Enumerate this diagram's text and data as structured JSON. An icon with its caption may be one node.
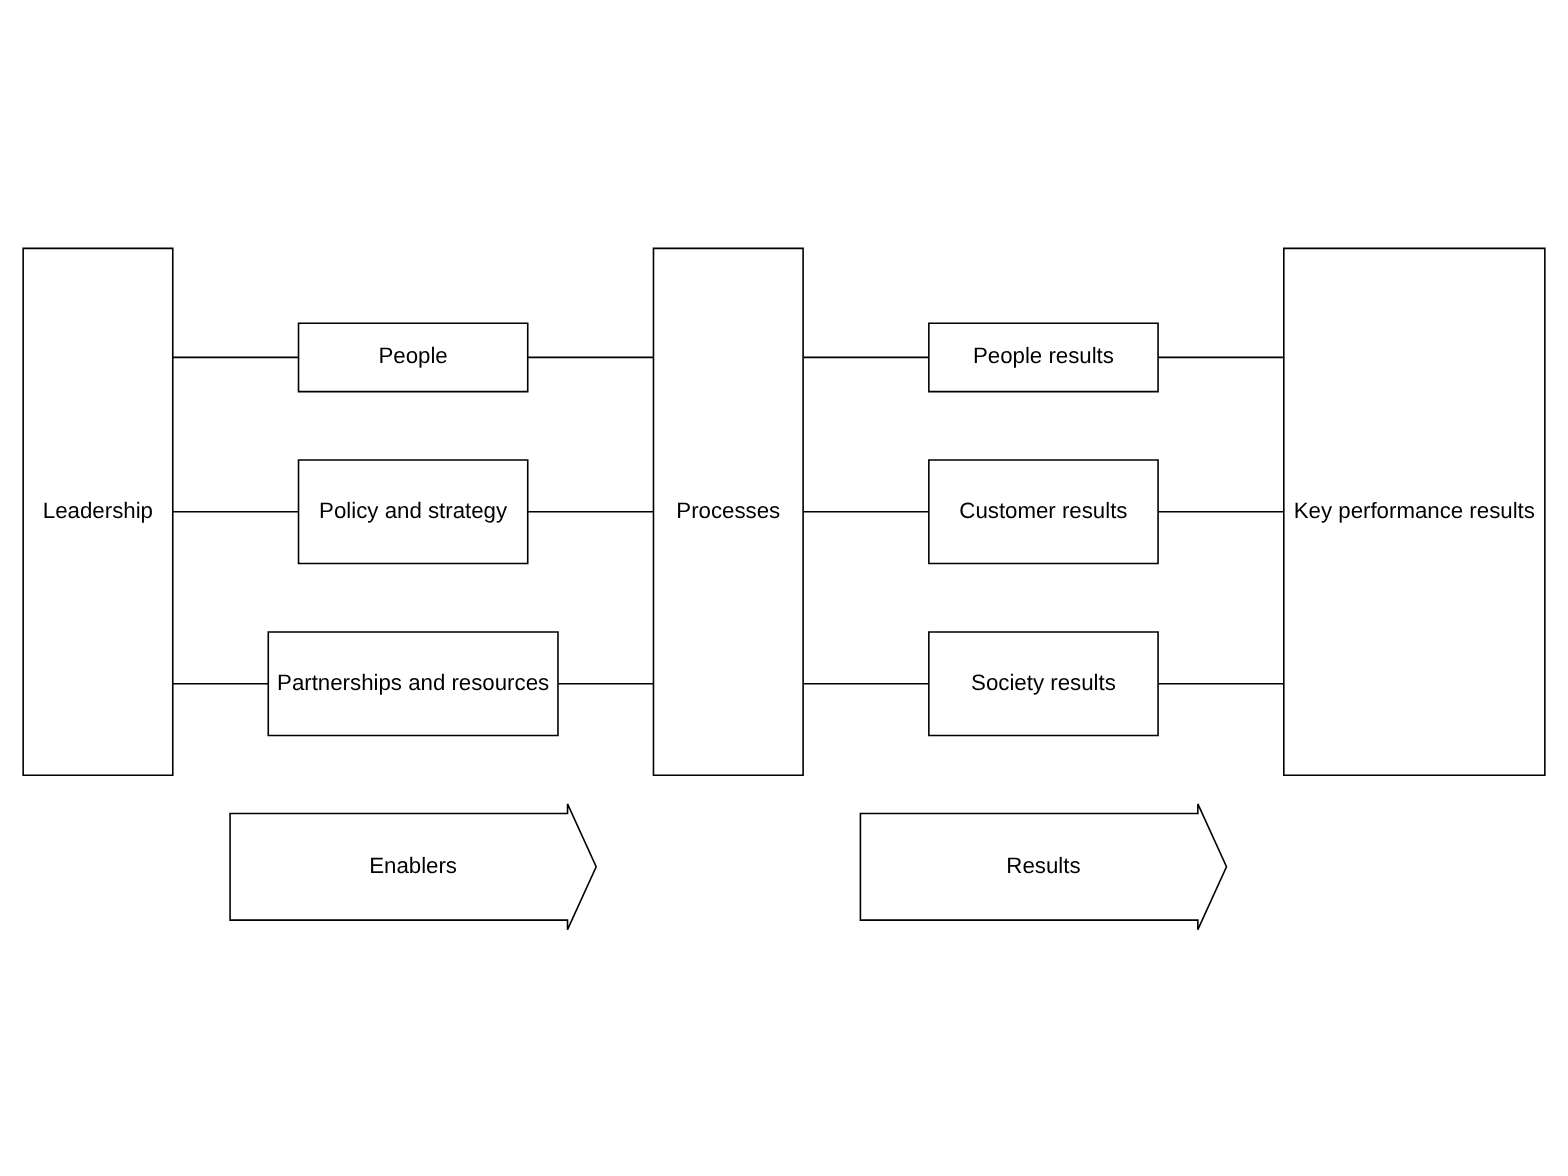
{
  "diagram": {
    "nodes": [
      {
        "text": [
          "Enablers"
        ]
      },
      {
        "text": [
          "Results"
        ]
      },
      {
        "text": [
          "Leadership"
        ]
      },
      {
        "text": [
          "People"
        ]
      },
      {
        "text": [
          "Policy and strategy"
        ]
      },
      {
        "text": [
          "Partnerships and resources"
        ]
      },
      {
        "text": [
          "Processes"
        ]
      },
      {
        "text": [
          "People results"
        ]
      },
      {
        "text": [
          "Customer results"
        ]
      },
      {
        "text": [
          "Society results"
        ]
      },
      {
        "text": [
          "Key performance results"
        ]
      }
    ],
    "edges": [
      {
        "from": 2,
        "to": 3,
        "arrow": "none"
      },
      {
        "from": 2,
        "to": 4,
        "arrow": "none"
      },
      {
        "from": 2,
        "to": 5,
        "arrow": "none"
      },
      {
        "from": 3,
        "to": 6,
        "arrow": "none"
      },
      {
        "from": 4,
        "to": 6,
        "arrow": "none"
      },
      {
        "from": 5,
        "to": 6,
        "arrow": "none"
      },
      {
        "from": 6,
        "to": 7,
        "arrow": "none"
      },
      {
        "from": 6,
        "to": 8,
        "arrow": "none"
      },
      {
        "from": 6,
        "to": 9,
        "arrow": "none"
      },
      {
        "from": 7,
        "to": 10,
        "arrow": "none"
      },
      {
        "from": 8,
        "to": 10,
        "arrow": "none"
      },
      {
        "from": 9,
        "to": 10,
        "arrow": "none"
      }
    ]
  }
}
